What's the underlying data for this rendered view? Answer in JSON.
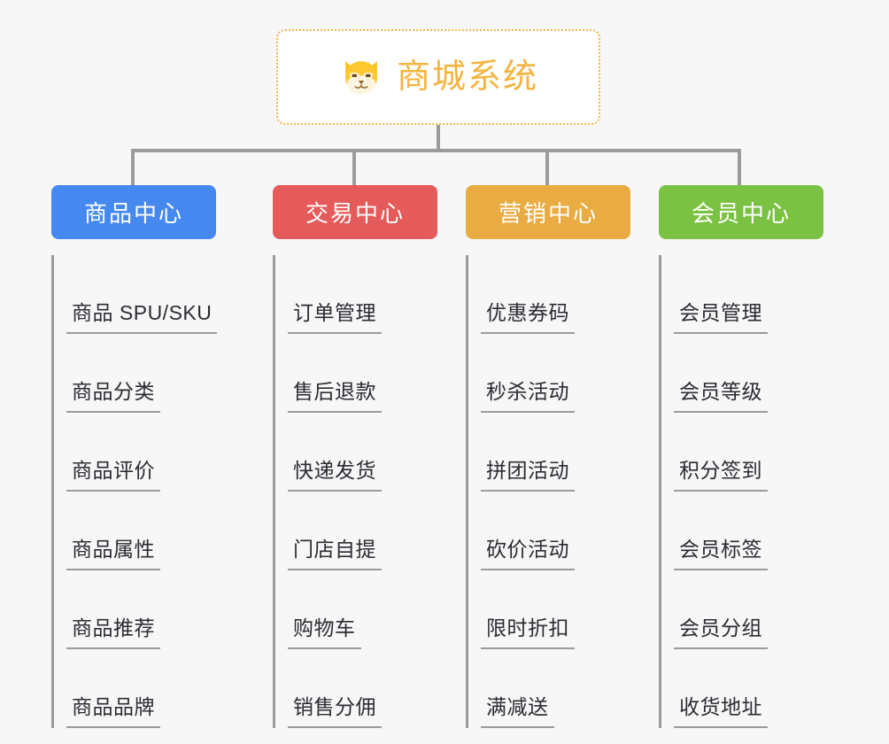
{
  "diagram": {
    "type": "org-tree",
    "background_color": "#f7f7f7",
    "root": {
      "title": "商城系统",
      "icon": "shiba-dog-face-icon",
      "title_color": "#f5b43f",
      "border_color": "#f3b44a",
      "border_style": "dotted"
    },
    "connector_color": "#9b9b9b",
    "columns": [
      {
        "id": "product-center",
        "label": "商品中心",
        "color": "#4589f0",
        "items": [
          "商品 SPU/SKU",
          "商品分类",
          "商品评价",
          "商品属性",
          "商品推荐",
          "商品品牌"
        ]
      },
      {
        "id": "trade-center",
        "label": "交易中心",
        "color": "#e55a5a",
        "items": [
          "订单管理",
          "售后退款",
          "快递发货",
          "门店自提",
          "购物车",
          "销售分佣"
        ]
      },
      {
        "id": "marketing-center",
        "label": "营销中心",
        "color": "#e9ac42",
        "items": [
          "优惠券码",
          "秒杀活动",
          "拼团活动",
          "砍价活动",
          "限时折扣",
          "满减送"
        ]
      },
      {
        "id": "member-center",
        "label": "会员中心",
        "color": "#7cc242",
        "items": [
          "会员管理",
          "会员等级",
          "积分签到",
          "会员标签",
          "会员分组",
          "收货地址"
        ]
      }
    ]
  }
}
